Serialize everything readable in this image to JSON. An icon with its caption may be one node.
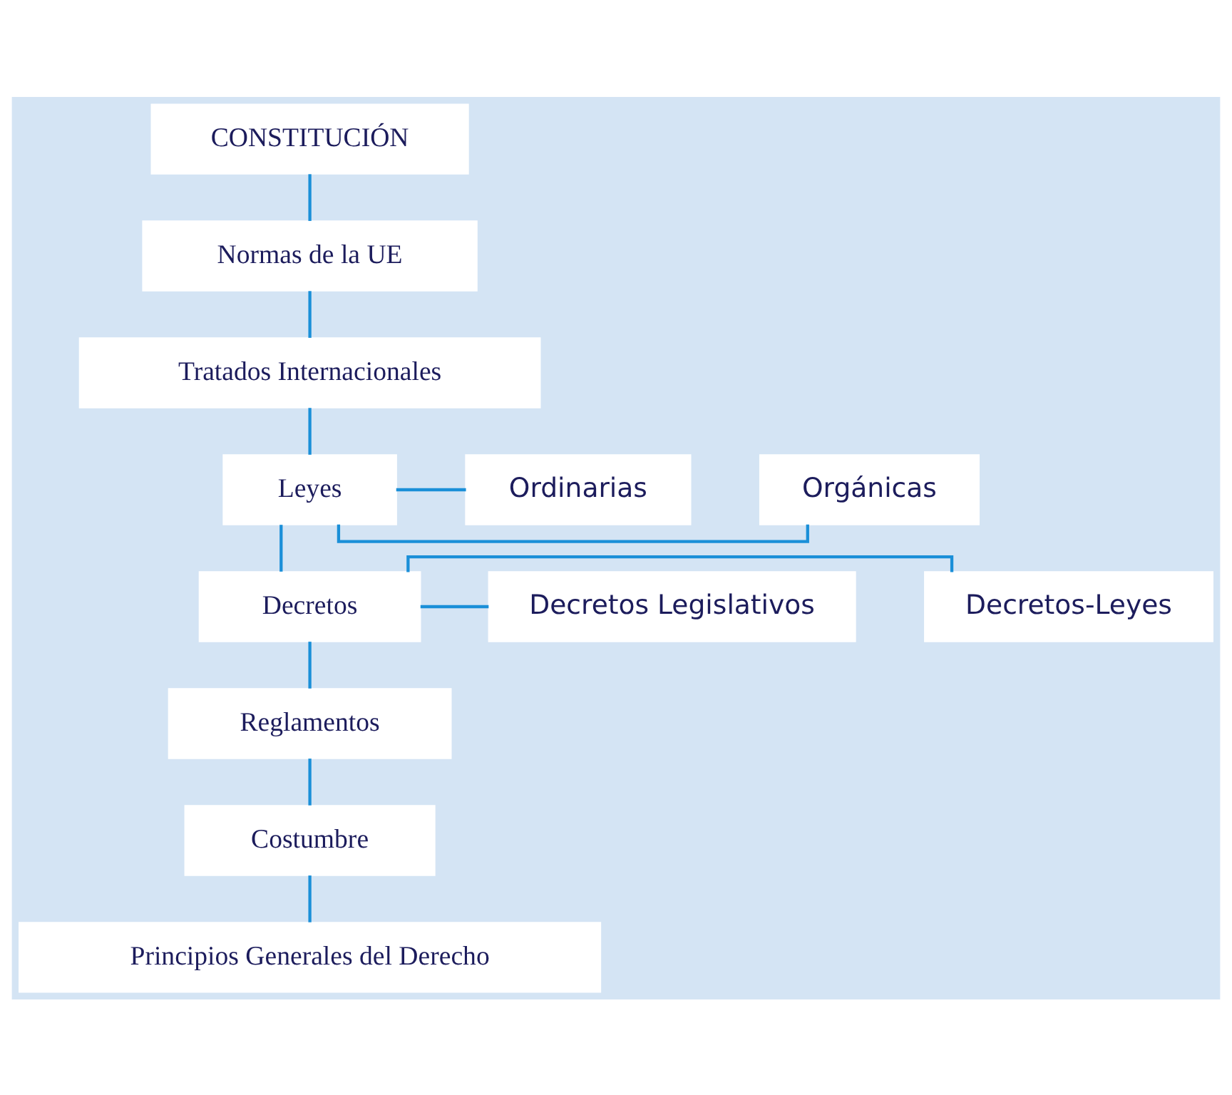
{
  "diagram": {
    "nodes": [
      {
        "text": [
          "CONSTITUCIÓN"
        ]
      },
      {
        "text": [
          "Normas de la UE"
        ]
      },
      {
        "text": [
          "Tratados Internacionales"
        ]
      },
      {
        "text": [
          "Leyes"
        ]
      },
      {
        "text": [
          "Orgánicas"
        ]
      },
      {
        "text": [
          "Ordinarias"
        ]
      },
      {
        "text": [
          "Decretos"
        ]
      },
      {
        "text": [
          "Decretos-Leyes"
        ]
      },
      {
        "text": [
          "Decretos Legislativos"
        ]
      },
      {
        "text": [
          "Reglamentos"
        ]
      },
      {
        "text": [
          "Costumbre"
        ]
      },
      {
        "text": [
          "Principios Generales del Derecho"
        ]
      }
    ],
    "edges": [
      {
        "from": 0,
        "to": 1,
        "arrow": "none"
      },
      {
        "from": 1,
        "to": 2,
        "arrow": "none"
      },
      {
        "from": 2,
        "to": 3,
        "arrow": "none"
      },
      {
        "from": 3,
        "to": 4,
        "arrow": "none"
      },
      {
        "from": 3,
        "to": 5,
        "arrow": "none"
      },
      {
        "from": 3,
        "to": 6,
        "arrow": "none"
      },
      {
        "from": 6,
        "to": 7,
        "arrow": "none"
      },
      {
        "from": 6,
        "to": 8,
        "arrow": "none"
      },
      {
        "from": 6,
        "to": 9,
        "arrow": "none"
      },
      {
        "from": 9,
        "to": 10,
        "arrow": "none"
      },
      {
        "from": 10,
        "to": 11,
        "arrow": "none"
      }
    ]
  }
}
